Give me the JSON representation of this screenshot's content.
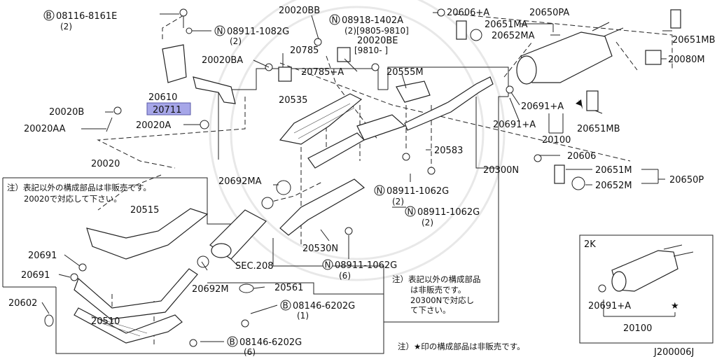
{
  "diagram_id": "J200006J",
  "labels": {
    "p08116": "08116-8161E",
    "p08116_qty": "(2)",
    "p08911_top": "08911-1082G",
    "p08911_top_qty": "(2)",
    "p20020BB": "20020BB",
    "p08918": "08918-1402A",
    "p08918_qty": "(2)[9805-9810]",
    "p20020BE": "20020BE",
    "p20020BE_range": "[9810-      ]",
    "p20606A": "20606+A",
    "p20650PA": "20650PA",
    "p20651MA": "20651MA",
    "p20652MA": "20652MA",
    "p20651MB_top": "20651MB",
    "p20080M": "20080M",
    "p20020BA": "20020BA",
    "p20785": "20785",
    "p20785A": "20785+A",
    "p20555M": "20555M",
    "p20610": "20610",
    "p20711": "20711",
    "p20020B": "20020B",
    "p20020AA": "20020AA",
    "p20020A": "20020A",
    "p20535": "20535",
    "p20691A_1": "20691+A",
    "p20691A_2": "20691+A",
    "p20651MB_bot": "20651MB",
    "p20100": "20100",
    "p20583": "20583",
    "p20300N": "20300N",
    "p20606": "20606",
    "p20651M": "20651M",
    "p20652M": "20652M",
    "p20650P": "20650P",
    "p20020": "20020",
    "note1_line1": "注）表記以外の構成部品は非販売です。",
    "note1_line2": "20020で対応して下さい。",
    "p20515": "20515",
    "p20692MA": "20692MA",
    "p08911_mid1": "08911-1062G",
    "p08911_mid1_qty": "(2)",
    "p08911_mid2": "08911-1062G",
    "p08911_mid2_qty": "(2)",
    "p20530N": "20530N",
    "p20691_1": "20691",
    "p20691_2": "20691",
    "sec208": "SEC.208",
    "p08911_low": "08911-1062G",
    "p08911_low_qty": "(6)",
    "p20692M": "20692M",
    "p20561": "20561",
    "p08146_1": "08146-6202G",
    "p08146_1_qty": "(1)",
    "p08146_2": "08146-6202G",
    "p08146_2_qty": "(6)",
    "p20602": "20602",
    "p20510": "20510",
    "note2_line1": "注）表記以外の構成部品",
    "note2_line2": "は非販売です。",
    "note2_line3": "20300Nで対応し",
    "note2_line4": "て下さい。",
    "note3": "注）★印の構成部品は非販売です。",
    "inset_tag": "2K",
    "inset_20691A": "20691+A",
    "inset_20100": "20100",
    "circle_B": "B",
    "circle_N": "N",
    "star": "★"
  }
}
